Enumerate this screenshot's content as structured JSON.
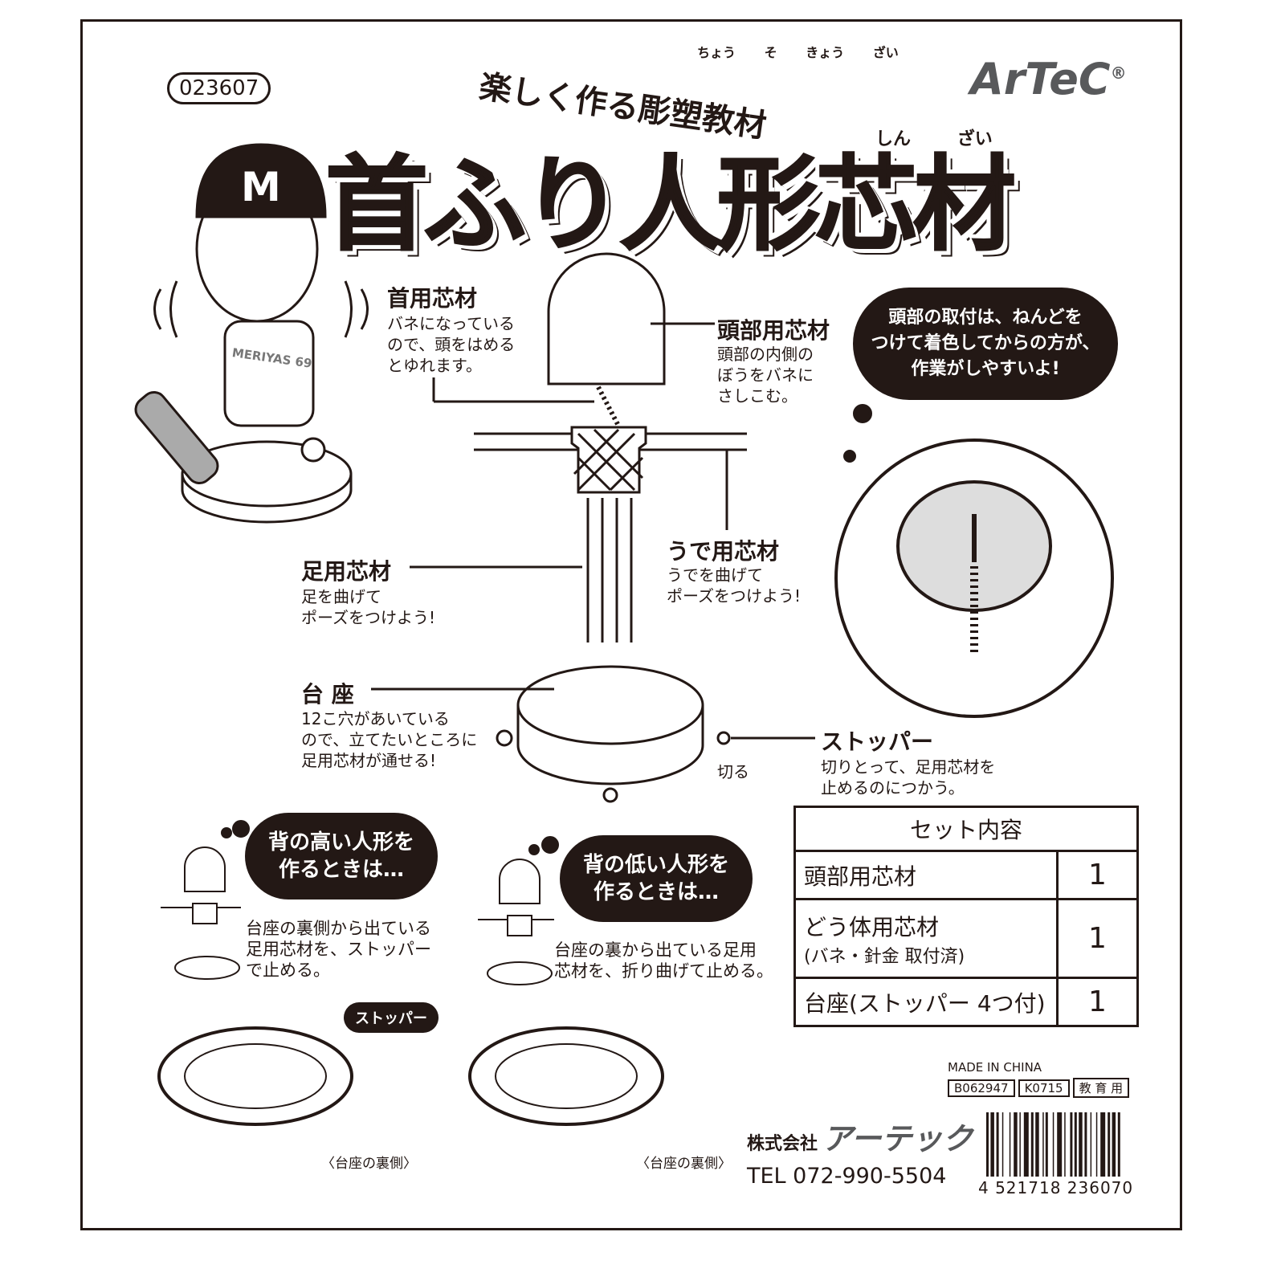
{
  "item_code": "023607",
  "brand": {
    "logo_text": "ArTeC",
    "registered": "®"
  },
  "subtitle": {
    "text": "楽しく作る彫塑教材",
    "ruby": [
      "ちょう",
      "そ",
      "きょう",
      "ざい"
    ]
  },
  "title": {
    "text": "首ふり人形芯材",
    "ruby": [
      "しん",
      "ざい"
    ]
  },
  "parts": {
    "neck": {
      "label": "首用芯材",
      "desc": "バネになっている\nので、頭をはめる\nとゆれます。"
    },
    "head": {
      "label": "頭部用芯材",
      "desc": "頭部の内側の\nぼうをバネに\nさしこむ。"
    },
    "arm": {
      "label": "うで用芯材",
      "desc": "うでを曲げて\nポーズをつけよう!"
    },
    "leg": {
      "label": "足用芯材",
      "desc": "足を曲げて\nポーズをつけよう!"
    },
    "base": {
      "label": "台 座",
      "desc": "12こ穴があいている\nので、立てたいところに\n足用芯材が通せる!"
    },
    "stopper": {
      "label": "ストッパー",
      "desc": "切りとって、足用芯材を\n止めるのにつかう。",
      "cut": "切る"
    }
  },
  "tip_bubble": "頭部の取付は、ねんどを\nつけて着色してからの方が、\n作業がしやすいよ!",
  "uniform_text": "MERIYAS 69",
  "tall": {
    "bubble": "背の高い人形を\n作るときは…",
    "desc": "台座の裏側から出ている\n足用芯材を、ストッパー\nで止める。",
    "stopper_tag": "ストッパー",
    "caption": "〈台座の裏側〉"
  },
  "short": {
    "bubble": "背の低い人形を\n作るときは…",
    "desc": "台座の裏から出ている足用\n芯材を、折り曲げて止める。",
    "caption": "〈台座の裏側〉"
  },
  "set_contents": {
    "header": "セット内容",
    "rows": [
      {
        "name": "頭部用芯材",
        "sub": "",
        "qty": "1"
      },
      {
        "name": "どう体用芯材",
        "sub": "(バネ・針金 取付済)",
        "qty": "1"
      },
      {
        "name": "台座(ストッパー 4つ付)",
        "sub": "",
        "qty": "1"
      }
    ]
  },
  "made_in": "MADE IN CHINA",
  "codes": [
    "B062947",
    "K0715",
    "教 育 用"
  ],
  "company": {
    "prefix": "株式会社",
    "name": "アーテック",
    "tel": "TEL 072-990-5504"
  },
  "barcode": "4 521718 236070",
  "colors": {
    "ink": "#231815",
    "logo": "#58595b"
  }
}
